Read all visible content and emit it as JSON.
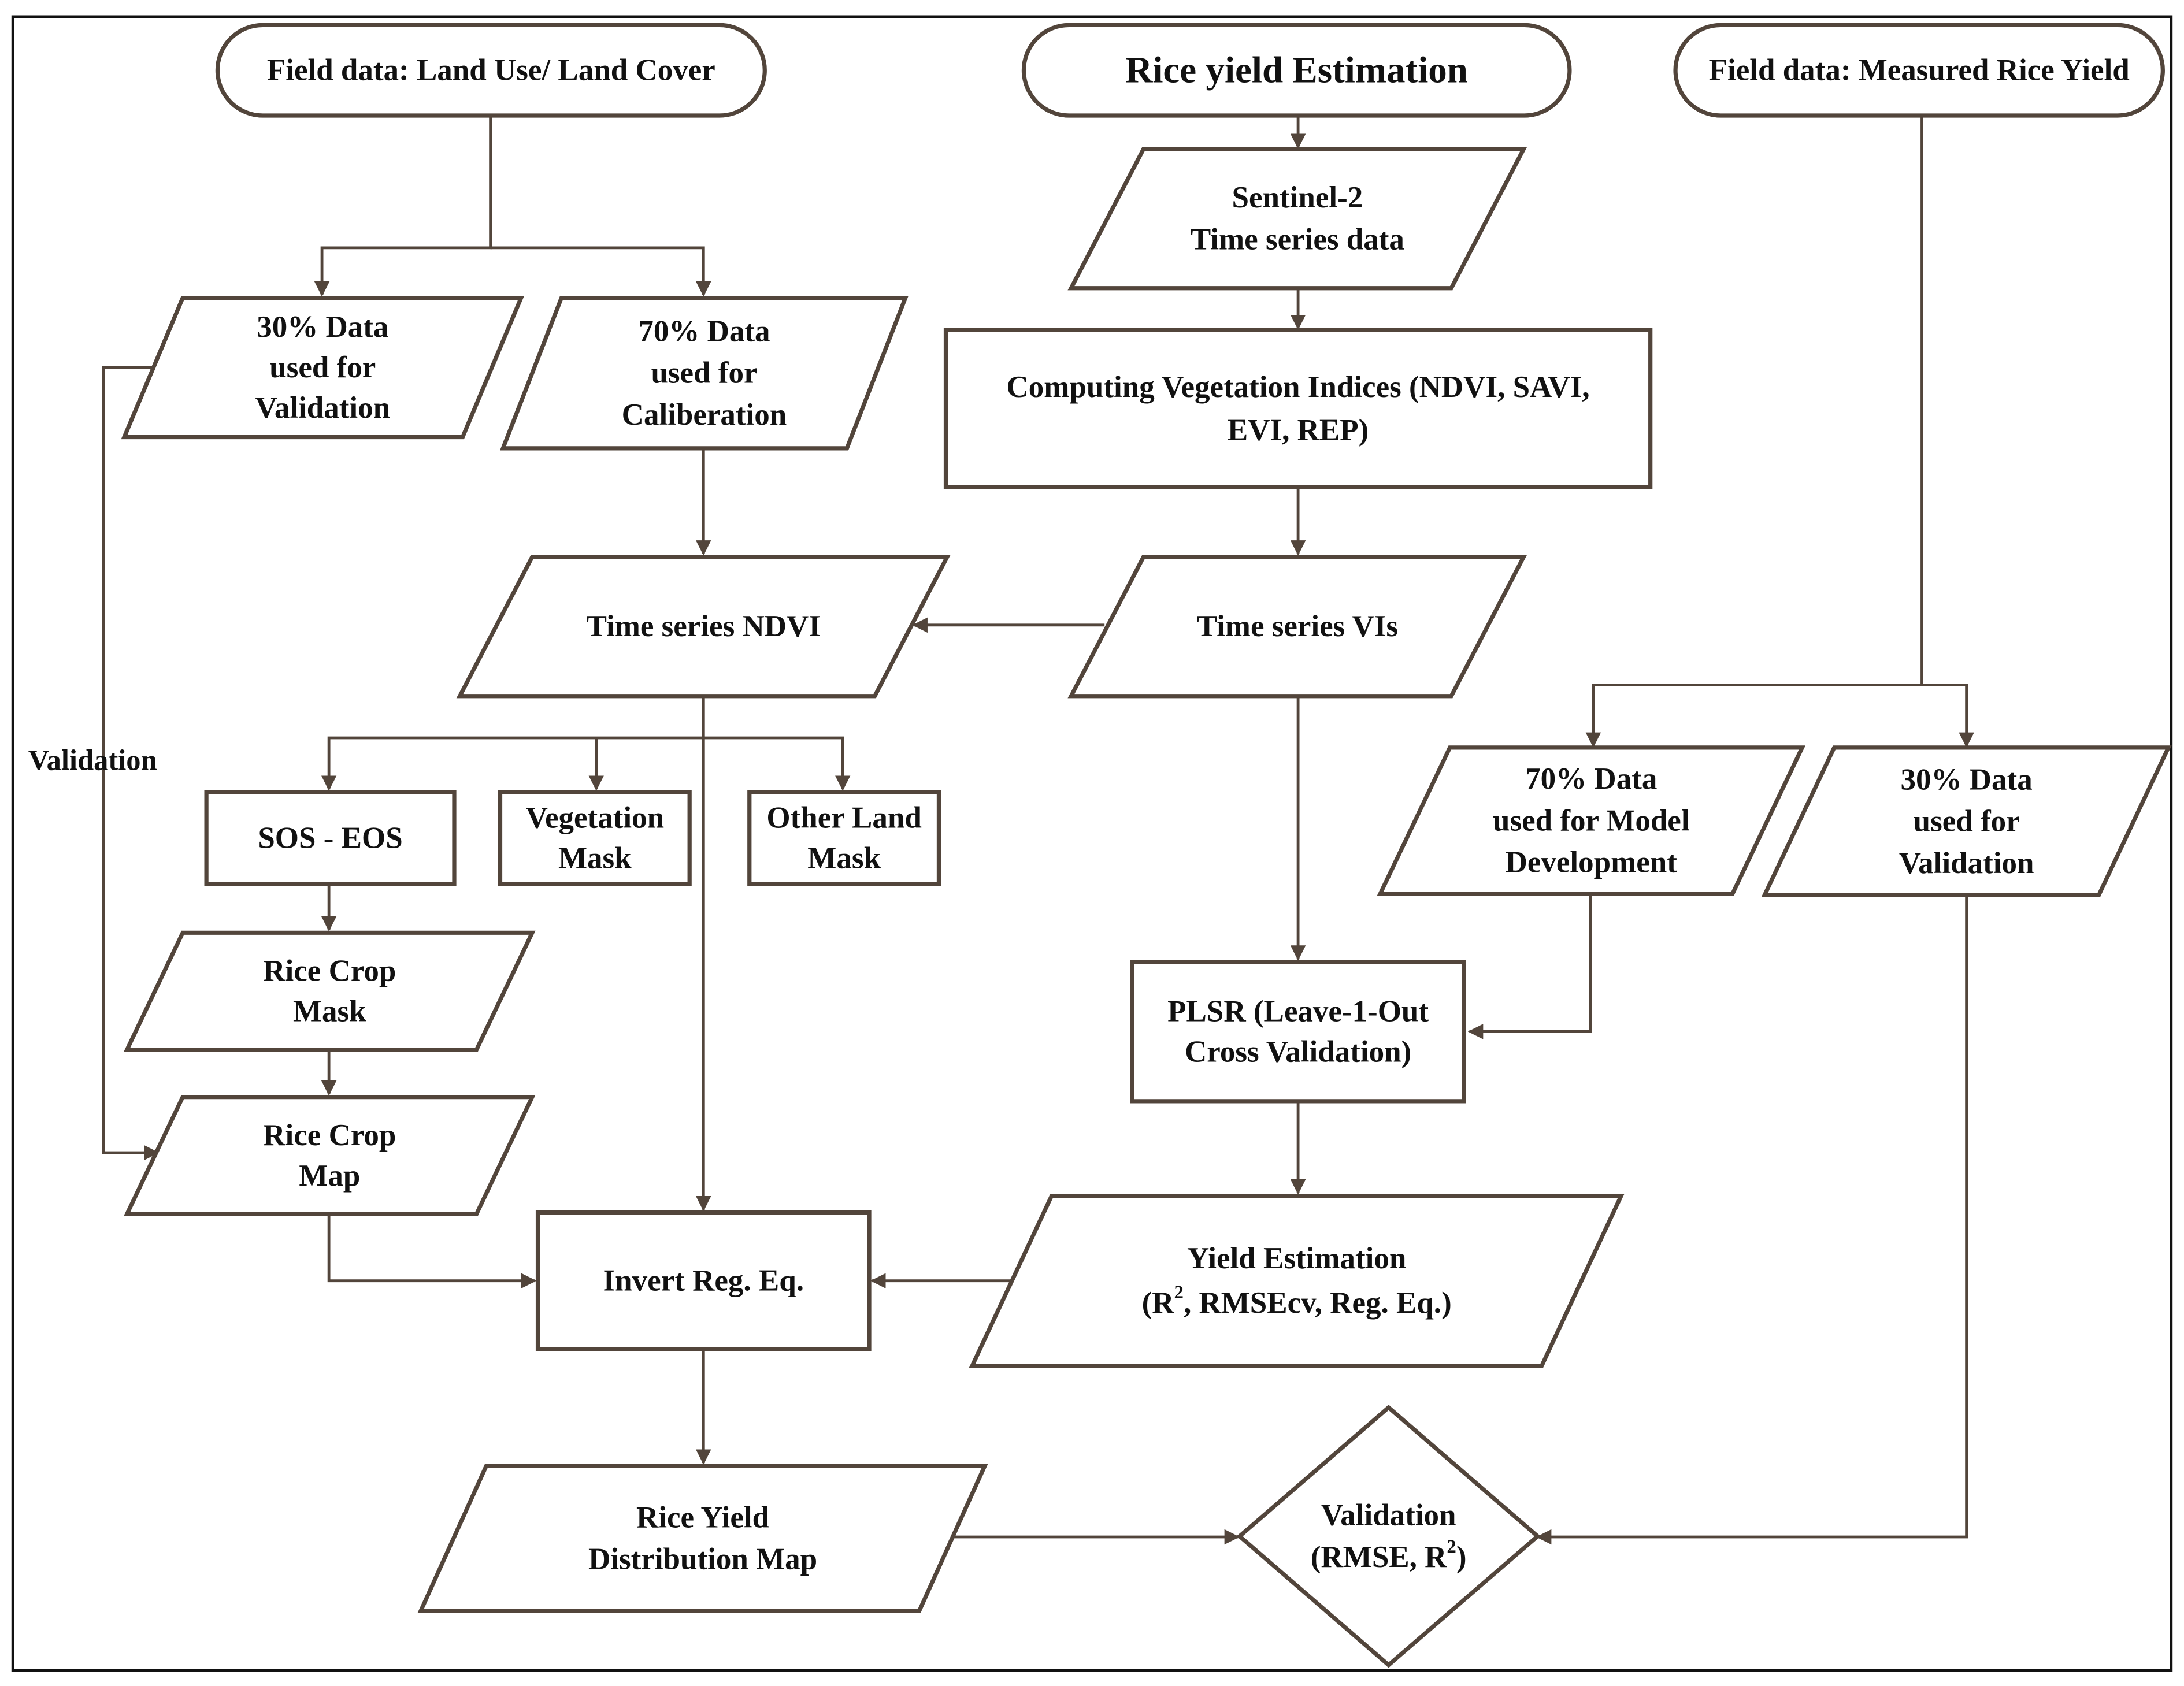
{
  "colors": {
    "stroke": "#52453b",
    "text": "#111111",
    "background": "#ffffff"
  },
  "nodes": {
    "field_lulc": {
      "shape": "terminal",
      "lines": [
        "Field data: Land Use/ Land Cover"
      ]
    },
    "rice_yield_estimation": {
      "shape": "terminal",
      "lines": [
        "Rice yield Estimation"
      ]
    },
    "field_measured_yield": {
      "shape": "terminal",
      "lines": [
        "Field data: Measured Rice Yield"
      ]
    },
    "data30_validation_left": {
      "shape": "data",
      "lines": [
        "30%  Data",
        "used for",
        "Validation"
      ]
    },
    "data70_calibration": {
      "shape": "data",
      "lines": [
        "70% Data",
        "used for",
        "Caliberation"
      ]
    },
    "sentinel2": {
      "shape": "data",
      "lines": [
        "Sentinel-2",
        "Time series data"
      ]
    },
    "computing_vi": {
      "shape": "process",
      "lines": [
        "Computing Vegetation Indices (NDVI, SAVI,",
        "EVI, REP)"
      ]
    },
    "ts_ndvi": {
      "shape": "data",
      "lines": [
        "Time series NDVI"
      ]
    },
    "ts_vis": {
      "shape": "data",
      "lines": [
        "Time series VIs"
      ]
    },
    "sos_eos": {
      "shape": "process",
      "lines": [
        "SOS - EOS"
      ]
    },
    "veg_mask": {
      "shape": "process",
      "lines": [
        "Vegetation",
        "Mask"
      ]
    },
    "other_mask": {
      "shape": "process",
      "lines": [
        "Other Land",
        "Mask"
      ]
    },
    "data70_model": {
      "shape": "data",
      "lines": [
        "70%  Data",
        "used for Model",
        "Development"
      ]
    },
    "data30_validation_right": {
      "shape": "data",
      "lines": [
        "30% Data",
        "used for",
        "Validation"
      ]
    },
    "rice_crop_mask": {
      "shape": "data",
      "lines": [
        "Rice Crop",
        "Mask"
      ]
    },
    "rice_crop_map": {
      "shape": "data",
      "lines": [
        "Rice Crop",
        "Map"
      ]
    },
    "plsr": {
      "shape": "process",
      "lines": [
        "PLSR (Leave-1-Out",
        "Cross Validation)"
      ]
    },
    "invert_reg": {
      "shape": "process",
      "lines": [
        "Invert Reg. Eq."
      ]
    },
    "yield_estimation": {
      "shape": "data",
      "lines": [
        "Yield Estimation",
        "(R², RMSEcv, Reg. Eq.)"
      ]
    },
    "rice_yield_map": {
      "shape": "data",
      "lines": [
        "Rice Yield",
        "Distribution Map"
      ]
    },
    "validation_decision": {
      "shape": "decision",
      "lines": [
        "Validation",
        "(RMSE, R²)"
      ]
    }
  },
  "side_label": "Validation",
  "edges": [
    [
      "field_lulc",
      "data30_validation_left"
    ],
    [
      "field_lulc",
      "data70_calibration"
    ],
    [
      "rice_yield_estimation",
      "sentinel2"
    ],
    [
      "sentinel2",
      "computing_vi"
    ],
    [
      "computing_vi",
      "ts_vis"
    ],
    [
      "ts_vis",
      "ts_ndvi"
    ],
    [
      "data70_calibration",
      "ts_ndvi"
    ],
    [
      "ts_ndvi",
      "sos_eos"
    ],
    [
      "ts_ndvi",
      "veg_mask"
    ],
    [
      "ts_ndvi",
      "other_mask"
    ],
    [
      "sos_eos",
      "rice_crop_mask"
    ],
    [
      "rice_crop_mask",
      "rice_crop_map"
    ],
    [
      "data30_validation_left",
      "rice_crop_map"
    ],
    [
      "ts_ndvi",
      "invert_reg"
    ],
    [
      "rice_crop_map",
      "invert_reg"
    ],
    [
      "ts_vis",
      "plsr"
    ],
    [
      "field_measured_yield",
      "data70_model"
    ],
    [
      "field_measured_yield",
      "data30_validation_right"
    ],
    [
      "data70_model",
      "plsr"
    ],
    [
      "plsr",
      "yield_estimation"
    ],
    [
      "yield_estimation",
      "invert_reg"
    ],
    [
      "invert_reg",
      "rice_yield_map"
    ],
    [
      "rice_yield_map",
      "validation_decision"
    ],
    [
      "data30_validation_right",
      "validation_decision"
    ]
  ]
}
